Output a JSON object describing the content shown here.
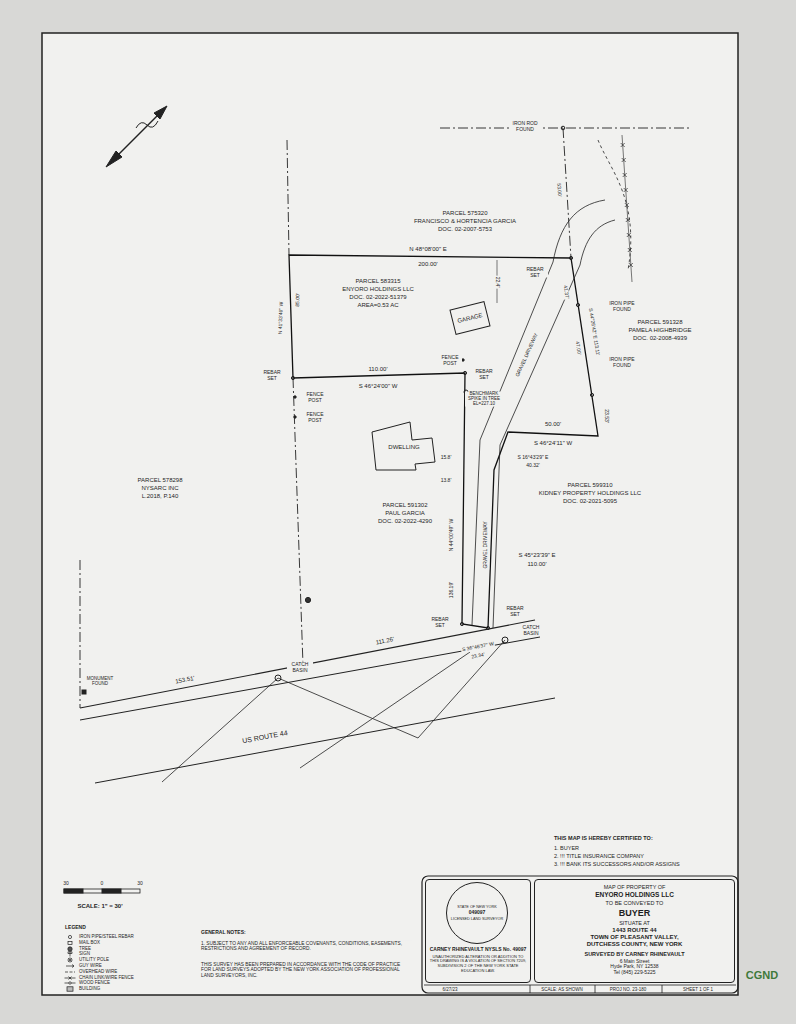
{
  "diagram": {
    "nodes": [
      {
        "text": [
          "GARAGE"
        ]
      },
      {
        "text": [
          "DWELLING"
        ]
      },
      {
        "text": [
          "CARNEY RHINEVAULT NYSLS No. 49097",
          "UNAUTHORIZED ALTERATION OR ADDITION TO THIS DRAWING IS A VIOLATION OF SECTION 7209, SUBDIVISION 2 OF THE NEW YORK STATE EDUCATION LAW."
        ]
      },
      {
        "text": [
          "STATE OF NEW YORK",
          "049097",
          "LICENSED LAND SURVEYOR"
        ],
        "in": 2
      },
      {
        "text": [
          "MAP OF PROPERTY OF",
          "ENYORO HOLDINGS LLC",
          "TO BE CONVEYED TO",
          "BUYER",
          "SITUATE AT",
          "1443 ROUTE 44",
          "TOWN OF PLEASANT VALLEY,",
          "DUTCHESS COUNTY, NEW YORK",
          "SURVEYED BY CARNEY RHINEVAULT",
          "6 Main Street",
          "Hyde Park, NY 12538",
          "Tel (845) 229-5225"
        ]
      }
    ],
    "labels": [
      "IRON ROD FOUND",
      "53.00'",
      "PARCEL 575320",
      "FRANCISCO & HORTENCIA GARCIA",
      "DOC. 02-2007-5753",
      "N 48°08'00\" E",
      "200.00'",
      "PARCEL 583315",
      "ENYORO HOLDINGS LLC",
      "DOC. 02-2022-51379",
      "AREA=0.53 AC",
      "22.4'",
      "REBAR SET",
      "41.37'",
      "IRON PIPE FOUND",
      "PARCEL 591328",
      "PAMELA HIGHBRIDGE",
      "DOC. 02-2008-4939",
      "S 44°26'42\" E 113.11'",
      "47.00'",
      "IRON PIPE FOUND",
      "23.53'",
      "50.00'",
      "S 46°24'11\" W",
      "S 16°43'29\" E",
      "40.32'",
      "PARCEL 599310",
      "KIDNEY PROPERTY HOLDINGS LLC",
      "DOC. 02-2021-5095",
      "S 45°23'39\" E",
      "110.00'",
      "GRAVEL DRIVEWAY",
      "GRAVEL DRIVEWAY",
      "BENCHMARK SPIKE IN TREE EL=227.10",
      "FENCE POST",
      "REBAR SET",
      "110.00'",
      "S 46°24'00\" W",
      "REBAR SET",
      "FENCE POST",
      "FENCE POST",
      "N 41°33'49\" W",
      "85.00'",
      "15.8'",
      "13.8'",
      "PARCEL 591302",
      "PAUL GARCIA",
      "DOC. 02-2022-4290",
      "N 44°00'49\" W",
      "136.19'",
      "PARCEL 578298",
      "NYSARC INC",
      "L.2018, P.140",
      "REBAR SET",
      "REBAR SET",
      "CATCH BASIN",
      "S 36°46'37\" W",
      "23.34'",
      "111.26'",
      "153.51'",
      "MONUMENT FOUND",
      "CATCH BASIN",
      "US ROUTE 44",
      "30",
      "0",
      "30",
      "SCALE: 1\" = 30'",
      "LEGEND",
      "GENERAL NOTES:",
      "1. SUBJECT TO ANY AND ALL ENFORCEABLE COVENANTS, CONDITIONS, EASEMENTS, RESTRICTIONS AND AGREEMENT OF RECORD.",
      "THIS SURVEY HAS BEEN PREPARED IN ACCORDANCE WITH THE CODE OF PRACTICE FOR LAND SURVEYS ADOPTED BY THE NEW YORK ASSOCIATION OF PROFESSIONAL LAND SURVEYORS, INC.",
      "THIS MAP IS HEREBY CERTIFIED TO:",
      "1. BUYER",
      "2. !!! TITLE INSURANCE COMPANY",
      "3. !!! BANK ITS SUCCESSORS AND/OR ASSIGNS",
      "6/27/23",
      "SCALE: AS SHOWN",
      "PROJ NO. 23-180",
      "SHEET 1 OF 1",
      "CGND"
    ],
    "legend": [
      {
        "text": "IRON PIPE/STEEL REBAR"
      },
      {
        "text": "MAIL BOX"
      },
      {
        "text": "TREE"
      },
      {
        "text": "SIGN"
      },
      {
        "text": "UTILITY POLE"
      },
      {
        "text": "GUY WIRE"
      },
      {
        "text": "OVERHEAD WIRE"
      },
      {
        "text": "CHAIN LINK/WIRE FENCE"
      },
      {
        "text": "WOOD FENCE"
      },
      {
        "text": "BUILDING"
      }
    ]
  }
}
